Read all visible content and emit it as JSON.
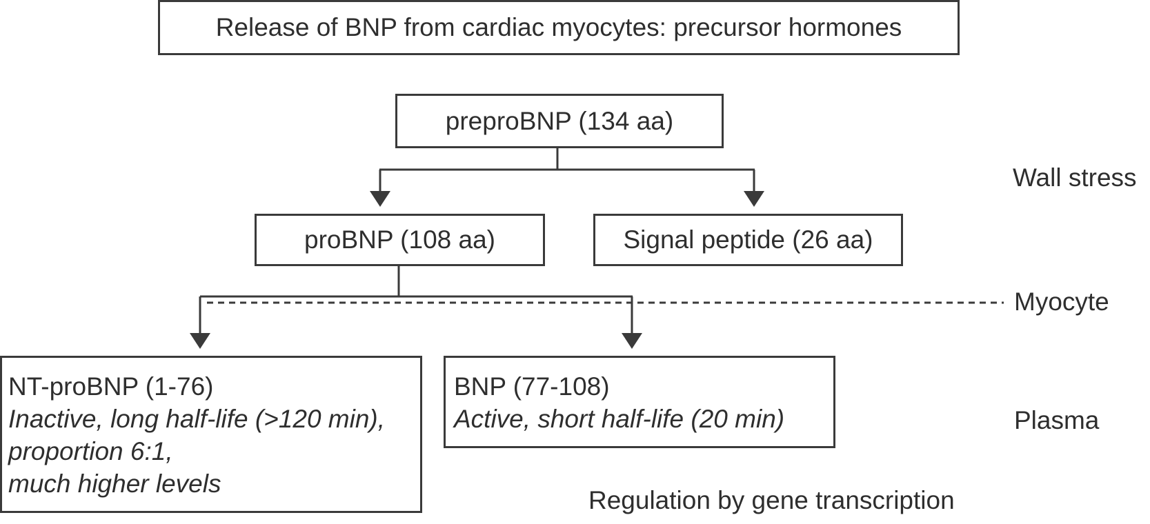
{
  "title": "Release of BNP from cardiac myocytes: precursor hormones",
  "nodes": {
    "prepro": "preproBNP (134 aa)",
    "pro": "proBNP (108 aa)",
    "signal": "Signal peptide (26 aa)",
    "nt": {
      "heading": "NT-proBNP (1-76)",
      "lines": [
        "Inactive, long half-life (>120 min),",
        "proportion 6:1,",
        "much higher levels"
      ]
    },
    "bnp": {
      "heading": "BNP (77-108)",
      "lines": [
        "Active, short half-life (20 min)"
      ]
    }
  },
  "labels": {
    "wall_stress": "Wall stress",
    "myocyte": "Myocyte",
    "plasma": "Plasma",
    "regulation": "Regulation by gene transcription"
  },
  "colors": {
    "line": "#3a3a3a",
    "text": "#2e2e2e"
  }
}
